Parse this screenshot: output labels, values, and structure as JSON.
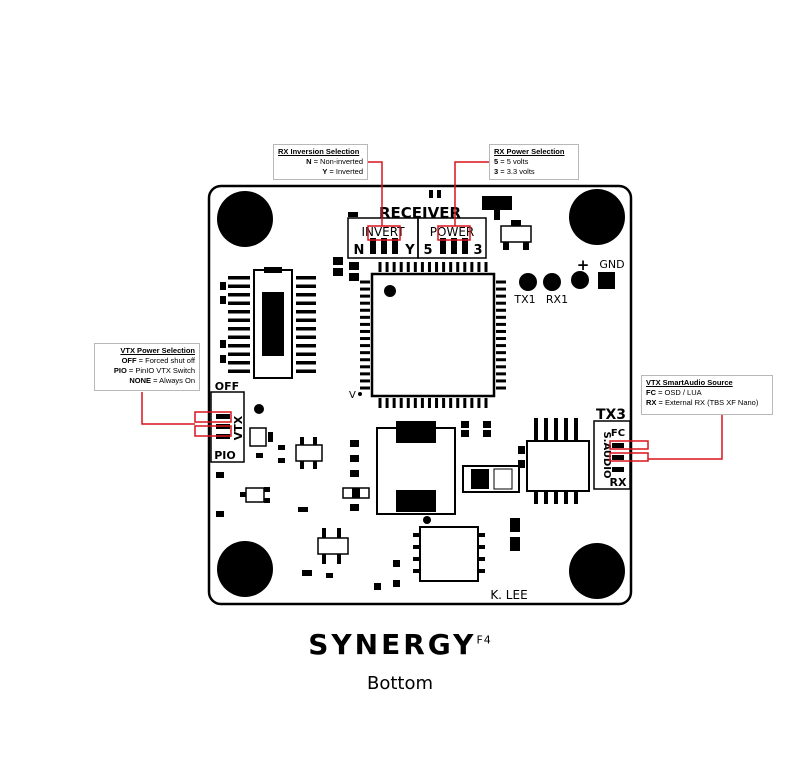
{
  "board": {
    "silk_receiver": "RECEIVER",
    "silk_invert": "INVERT",
    "silk_n": "N",
    "silk_y": "Y",
    "silk_power": "POWER",
    "silk_5": "5",
    "silk_3": "3",
    "silk_plus": "+",
    "silk_gnd": "GND",
    "silk_tx1": "TX1",
    "silk_rx1": "RX1",
    "silk_v": "V",
    "silk_off": "OFF",
    "silk_vtx": "VTX",
    "silk_pio": "PIO",
    "silk_tx3": "TX3",
    "silk_s_audio": "S.AUDIO",
    "silk_fc": "FC",
    "silk_rx": "RX",
    "silk_author": "K. LEE"
  },
  "callouts": {
    "rx_inversion": {
      "title": "RX Inversion Selection",
      "line1_key": "N",
      "line1_val": " = Non-inverted",
      "line2_key": "Y",
      "line2_val": " = Inverted"
    },
    "rx_power": {
      "title": "RX Power Selection",
      "line1_key": "5",
      "line1_val": " = 5 volts",
      "line2_key": "3",
      "line2_val": " = 3.3 volts"
    },
    "vtx_power": {
      "title": "VTX Power Selection",
      "line1_key": "OFF",
      "line1_val": " = Forced shut off",
      "line2_key": "PIO",
      "line2_val": " = PinIO VTX Switch",
      "line3_key": "NONE",
      "line3_val": " = Always On"
    },
    "vtx_smartaudio": {
      "title": "VTX SmartAudio Source",
      "line1_key": "FC",
      "line1_val": " = OSD / LUA",
      "line2_key": "RX",
      "line2_val": " = External RX (TBS XF Nano)"
    }
  },
  "titles": {
    "product": "SYNERGY",
    "superscript": "F4",
    "side": "Bottom"
  },
  "colors": {
    "silkscreen": "#000000",
    "board": "#ffffff",
    "jumper_highlight": "#d9141b"
  }
}
